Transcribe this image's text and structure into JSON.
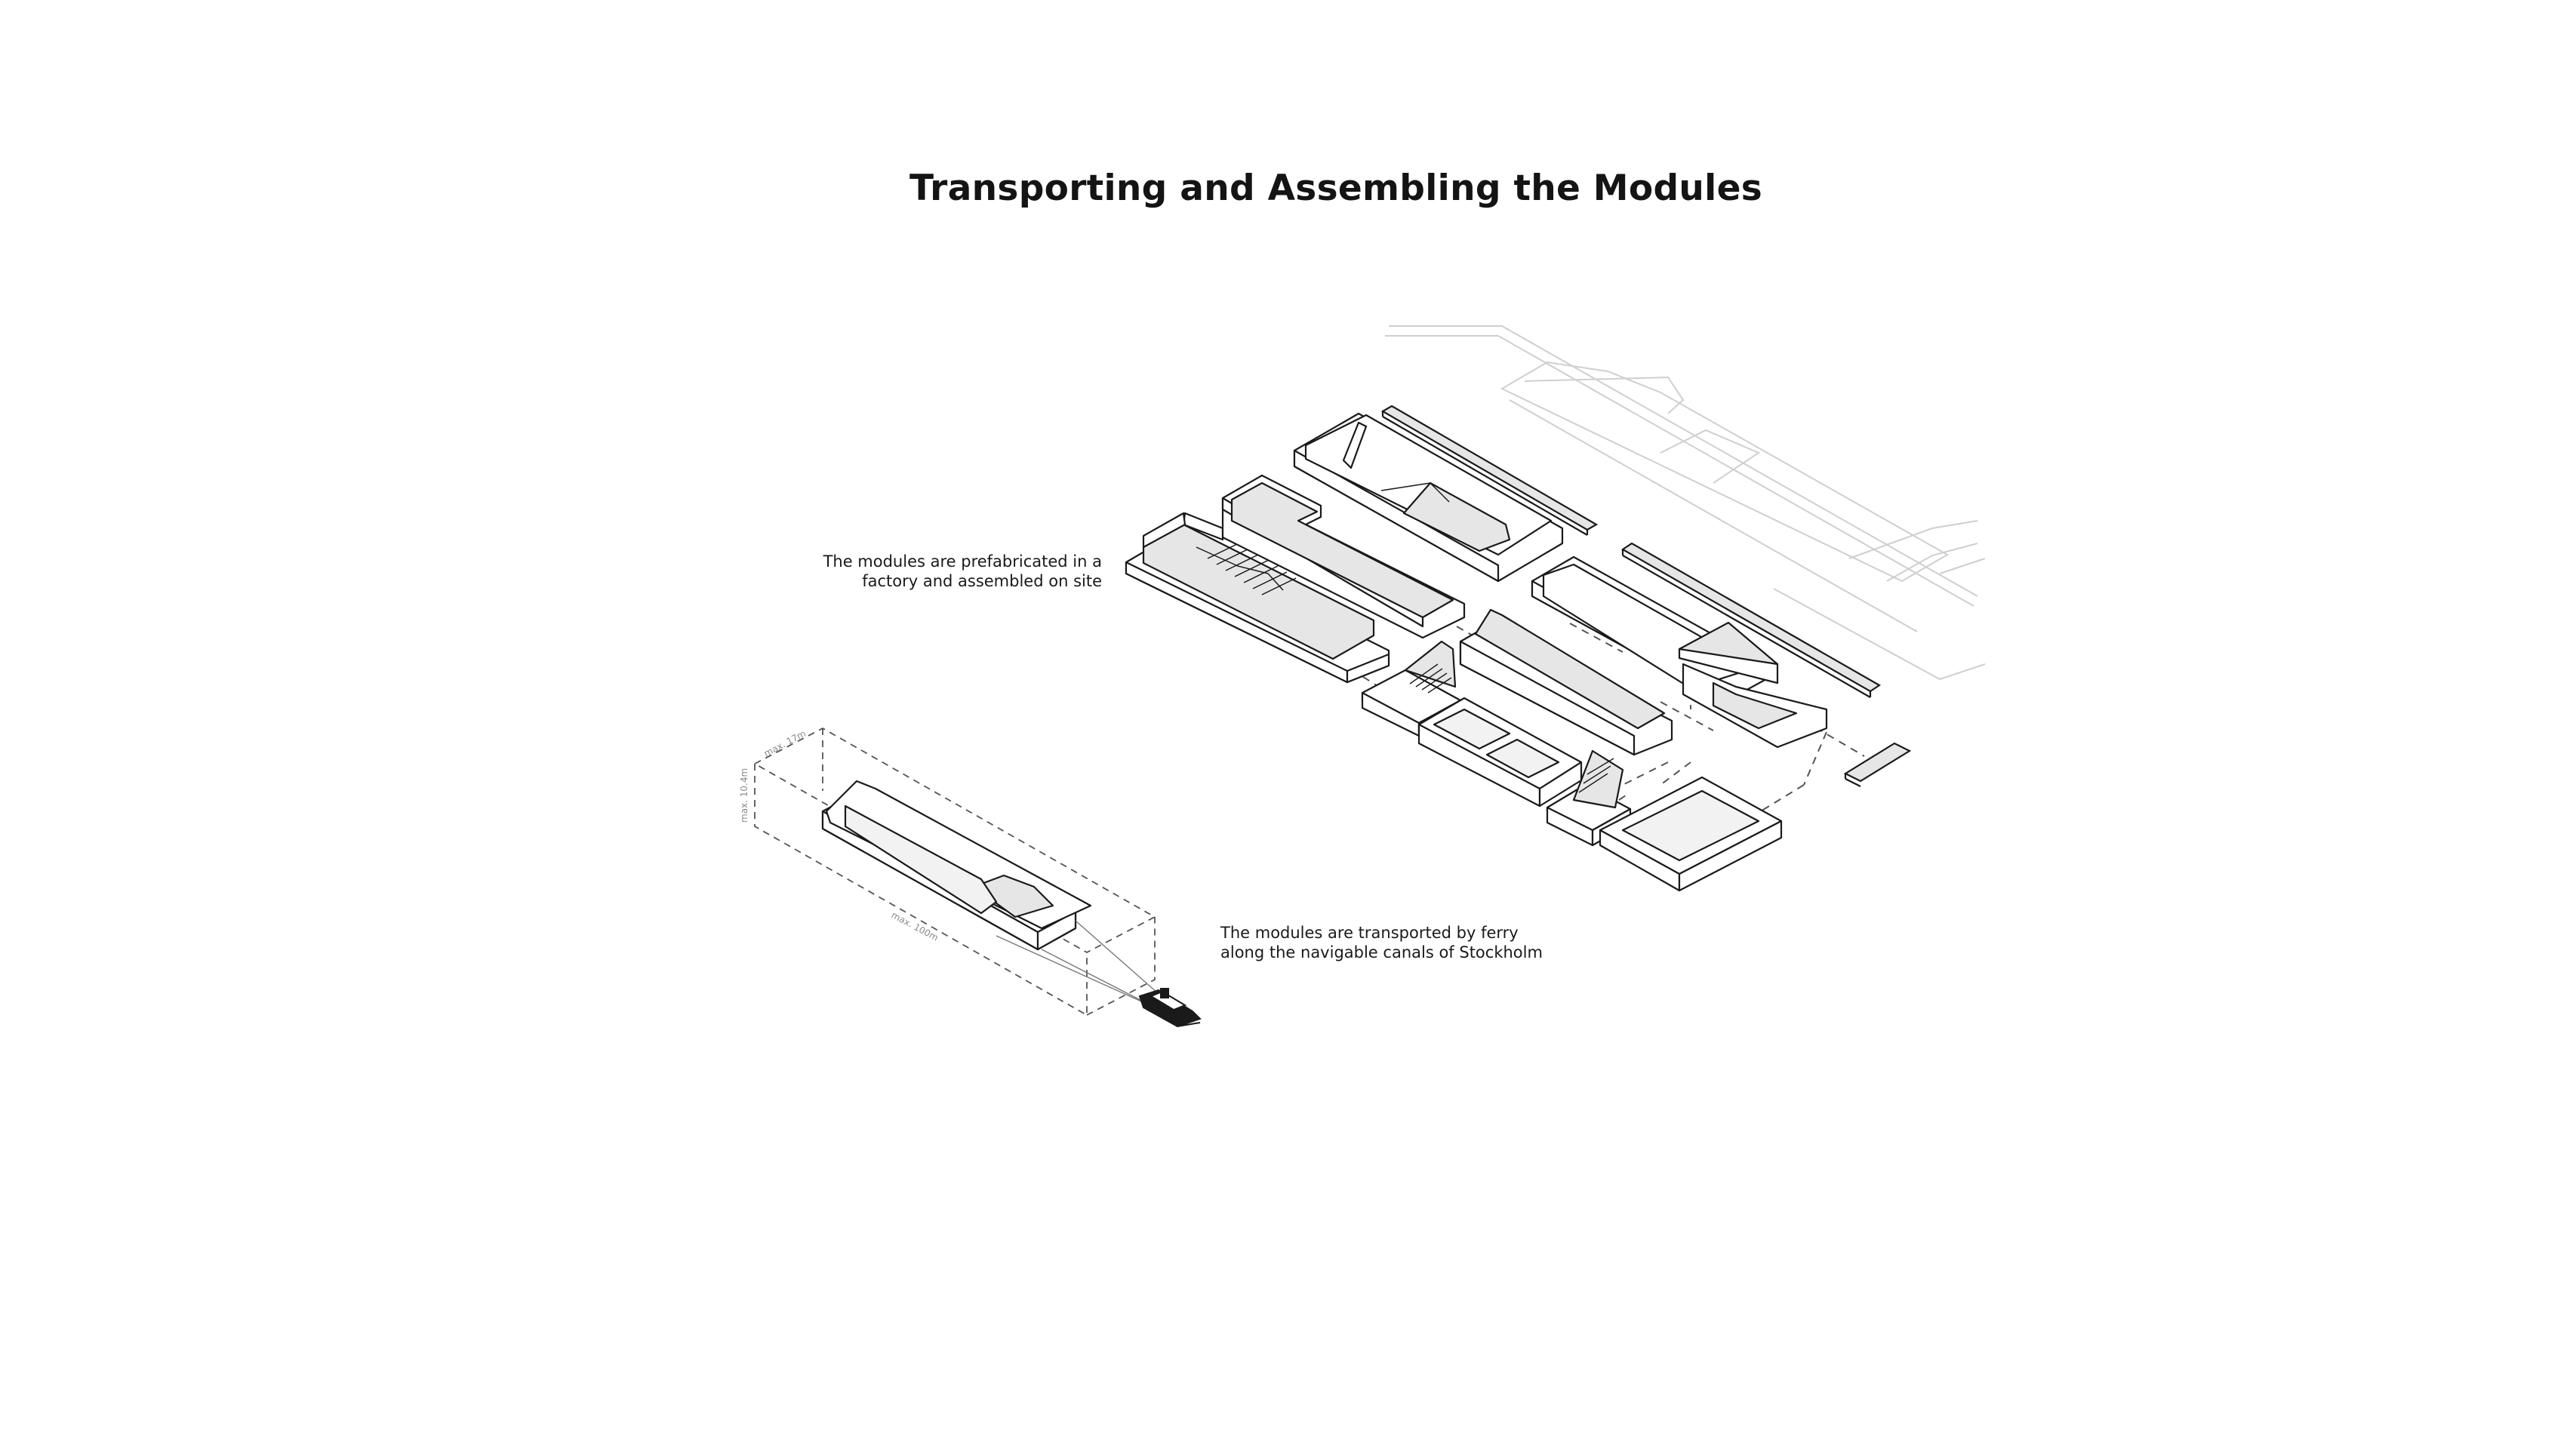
{
  "title": "Transporting and Assembling the Modules",
  "captions": {
    "assembly": "The modules are prefabricated in a factory and assembled on site",
    "transport": "The modules are transported by ferry along the navigable canals of Stockholm"
  },
  "dimensions": {
    "width": "max. 17m",
    "height": "max. 10.4m",
    "length": "max. 100m"
  },
  "colors": {
    "ink": "#1a1a1a",
    "fill": "#e6e6e6",
    "faint": "#c8c8c8",
    "dash": "#555555"
  }
}
